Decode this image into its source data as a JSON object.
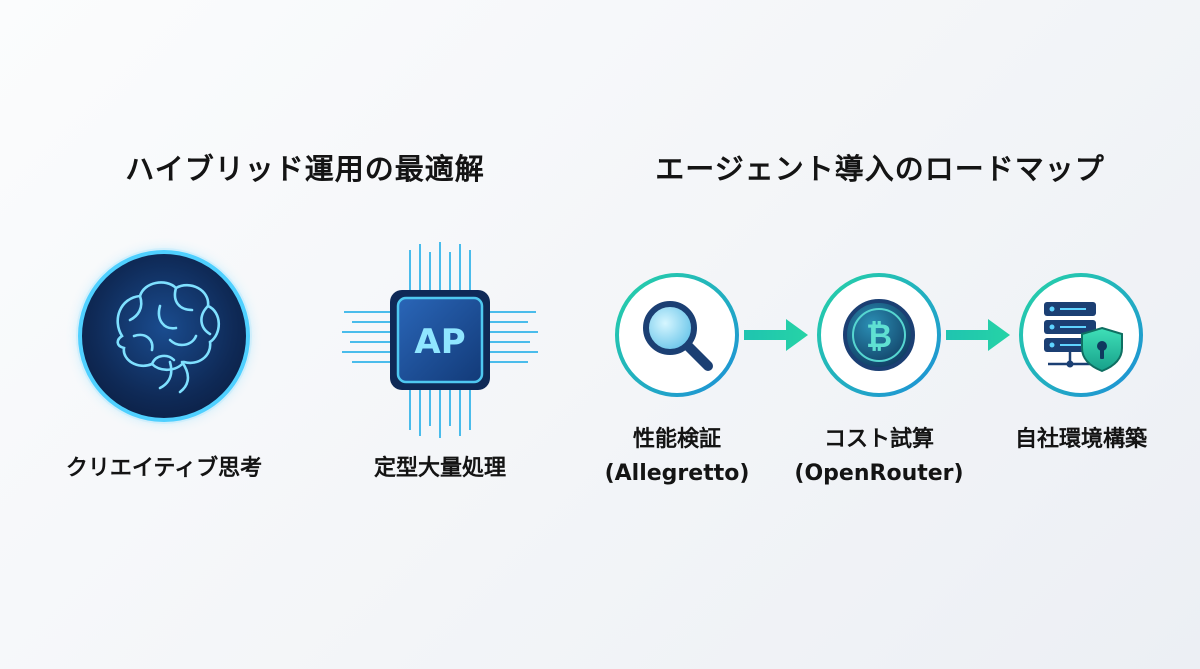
{
  "left_section": {
    "title": "ハイブリッド運用の最適解",
    "items": [
      {
        "label": "クリエイティブ思考",
        "icon": "brain-icon"
      },
      {
        "label": "定型大量処理",
        "icon": "ai-chip-icon",
        "chip_text": "AP"
      }
    ]
  },
  "right_section": {
    "title": "エージェント導入のロードマップ",
    "steps": [
      {
        "label_line1": "性能検証",
        "label_line2": "(Allegretto)",
        "icon": "magnifier-icon"
      },
      {
        "label_line1": "コスト試算",
        "label_line2": "(OpenRouter)",
        "icon": "bitcoin-coin-icon",
        "coin_symbol": "₿"
      },
      {
        "label_line1": "自社環境構築",
        "label_line2": "",
        "icon": "server-shield-icon"
      }
    ]
  },
  "colors": {
    "accent_teal": "#26d3a6",
    "accent_blue": "#1e8fd8",
    "deep_navy": "#0f2a57",
    "glow_blue": "#5fd4ff"
  }
}
